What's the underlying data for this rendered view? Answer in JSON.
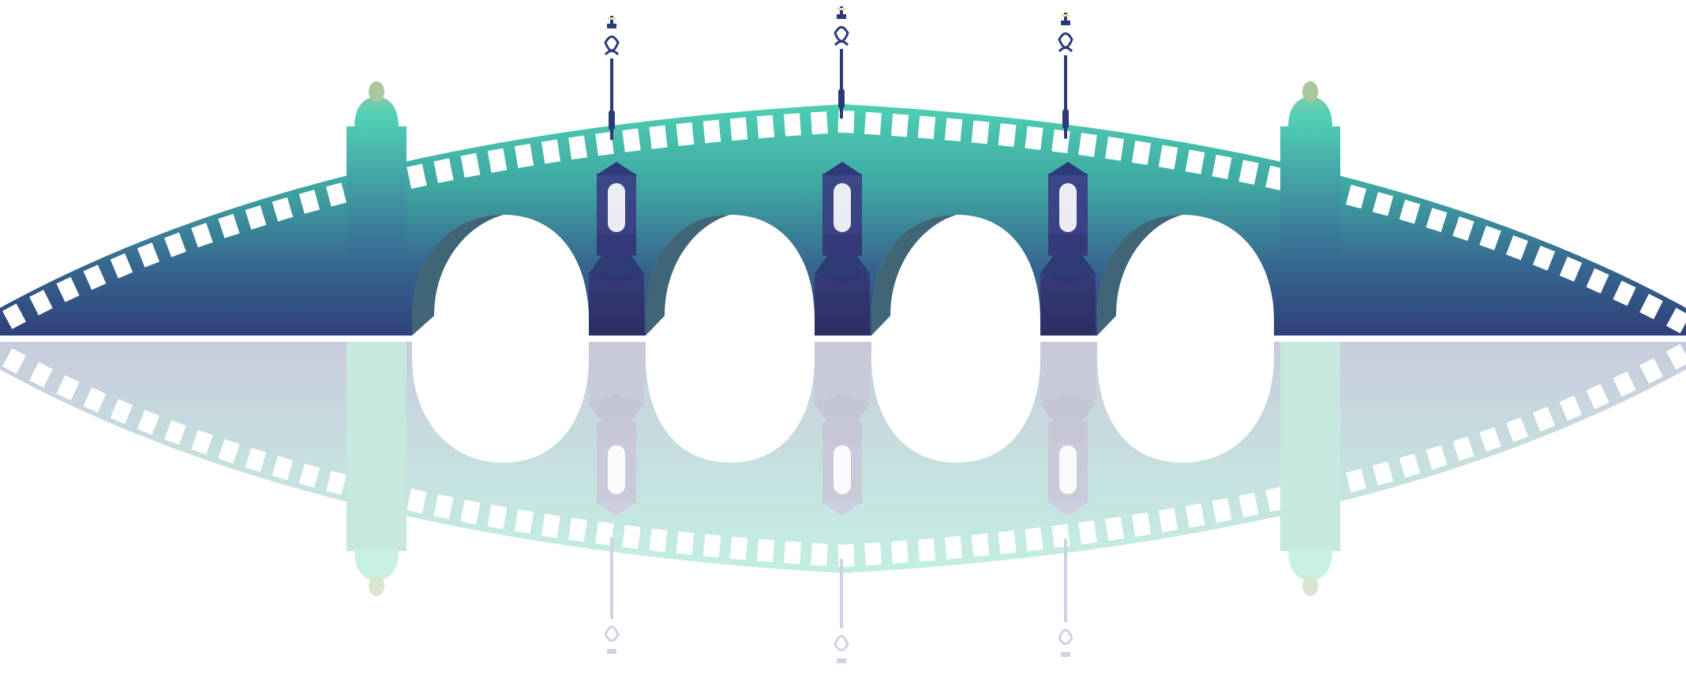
{
  "scene": {
    "subject": "bridge-illustration",
    "arch_count": 4,
    "lamp_count": 3,
    "pier_count": 3,
    "end_post_count": 2,
    "reflection": true,
    "background": "#ffffff"
  },
  "colors": {
    "top_teal": "#4cc7b0",
    "mid_teal": "#3aa6a0",
    "deep_blue": "#3c5a8c",
    "navy": "#2f3f7a",
    "dark_purple": "#2a2f63",
    "lamp": "#2b3a78",
    "reflection_top": "#c8ccdc",
    "reflection_bottom": "#bfeee3"
  }
}
